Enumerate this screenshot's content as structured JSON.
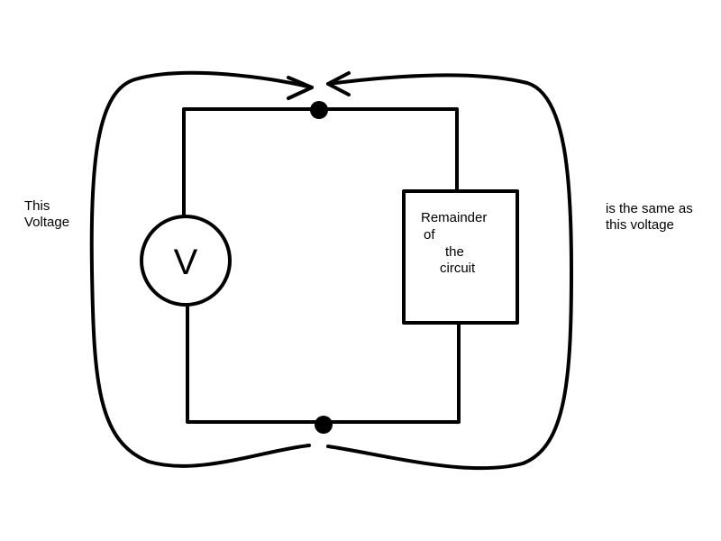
{
  "left_label": {
    "line1": "This",
    "line2": "Voltage"
  },
  "right_label": {
    "line1": "is the same as",
    "line2": "this voltage"
  },
  "source": {
    "symbol": "V"
  },
  "load": {
    "line1": "Remainder",
    "line2": "of",
    "line3": "the",
    "line4": "circuit"
  },
  "colors": {
    "stroke": "#000000",
    "background": "#ffffff"
  }
}
